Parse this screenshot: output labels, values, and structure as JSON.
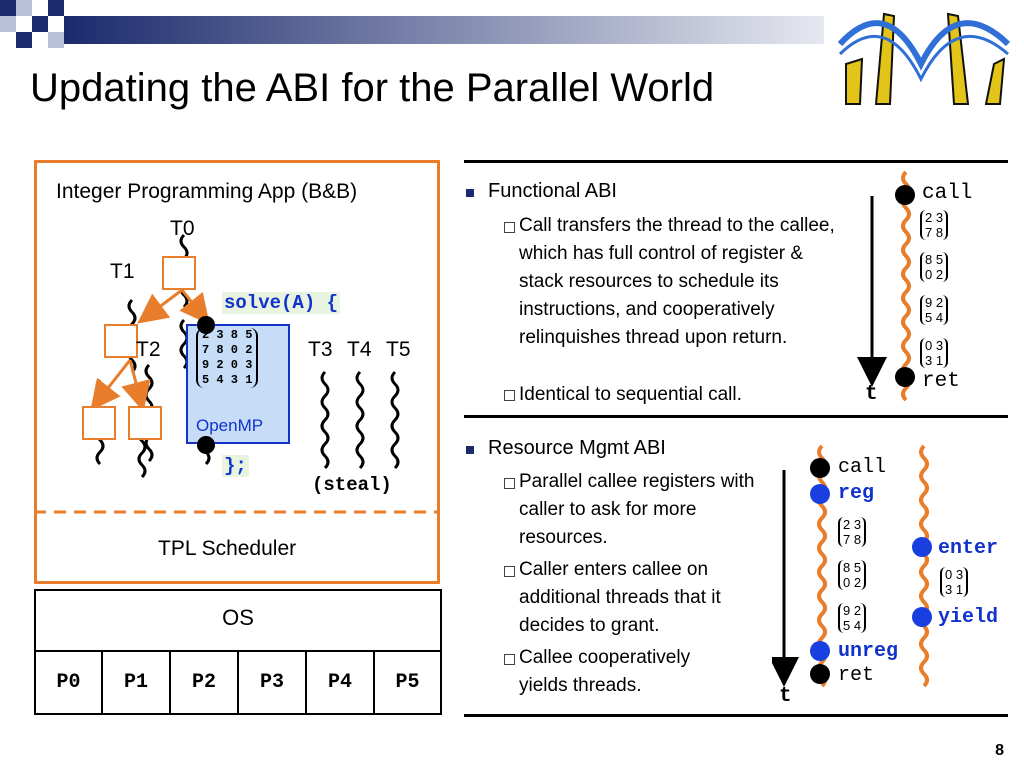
{
  "slide": {
    "title": "Updating the ABI for the Parallel World",
    "page_number": "8"
  },
  "left_diagram": {
    "app_title": "Integer Programming App (B&B)",
    "thread_labels": {
      "t0": "T0",
      "t1": "T1",
      "t2": "T2",
      "t3": "T3",
      "t4": "T4",
      "t5": "T5"
    },
    "solve_call": "solve(A) {",
    "solve_end": "};",
    "openmp_label": "OpenMP",
    "openmp_matrix": [
      "2 3 8 5",
      "7 8 0 2",
      "9 2 0 3",
      "5 4 3 1"
    ],
    "steal_label": "(steal)",
    "scheduler_label": "TPL Scheduler",
    "os_label": "OS",
    "processors": [
      "P0",
      "P1",
      "P2",
      "P3",
      "P4",
      "P5"
    ]
  },
  "functional_abi": {
    "heading": "Functional ABI",
    "points": [
      "Call transfers the thread to the callee, which has full control of register & stack resources to schedule its instructions, and cooperatively relinquishes thread upon return.",
      "Identical to sequential call."
    ],
    "call_label": "call",
    "ret_label": "ret",
    "time_label": "t",
    "matrices": [
      [
        "2 3",
        "7 8"
      ],
      [
        "8 5",
        "0 2"
      ],
      [
        "9 2",
        "5 4"
      ],
      [
        "0 3",
        "3 1"
      ]
    ]
  },
  "resource_abi": {
    "heading": "Resource Mgmt ABI",
    "points": [
      "Parallel callee registers with caller to ask for more resources.",
      "Caller enters callee on additional threads that it decides to grant.",
      "Callee cooperatively yields threads."
    ],
    "call_label": "call",
    "reg_label": "reg",
    "unreg_label": "unreg",
    "ret_label": "ret",
    "enter_label": "enter",
    "yield_label": "yield",
    "time_label": "t",
    "left_matrices": [
      [
        "2 3",
        "7 8"
      ],
      [
        "8 5",
        "0 2"
      ],
      [
        "9 2",
        "5 4"
      ]
    ],
    "right_matrix": [
      "0 3",
      "3 1"
    ]
  },
  "colors": {
    "orange": "#e87d2c",
    "blue": "#1133cc",
    "navy": "#1a2a6c",
    "openmp_fill": "#c6dcf7"
  },
  "icons": {
    "header_squares": "decorative-squares-icon",
    "logo": "bridge-logo-icon",
    "bullet": "square-bullet-icon",
    "sub_bullet": "hollow-square-bullet-icon"
  }
}
